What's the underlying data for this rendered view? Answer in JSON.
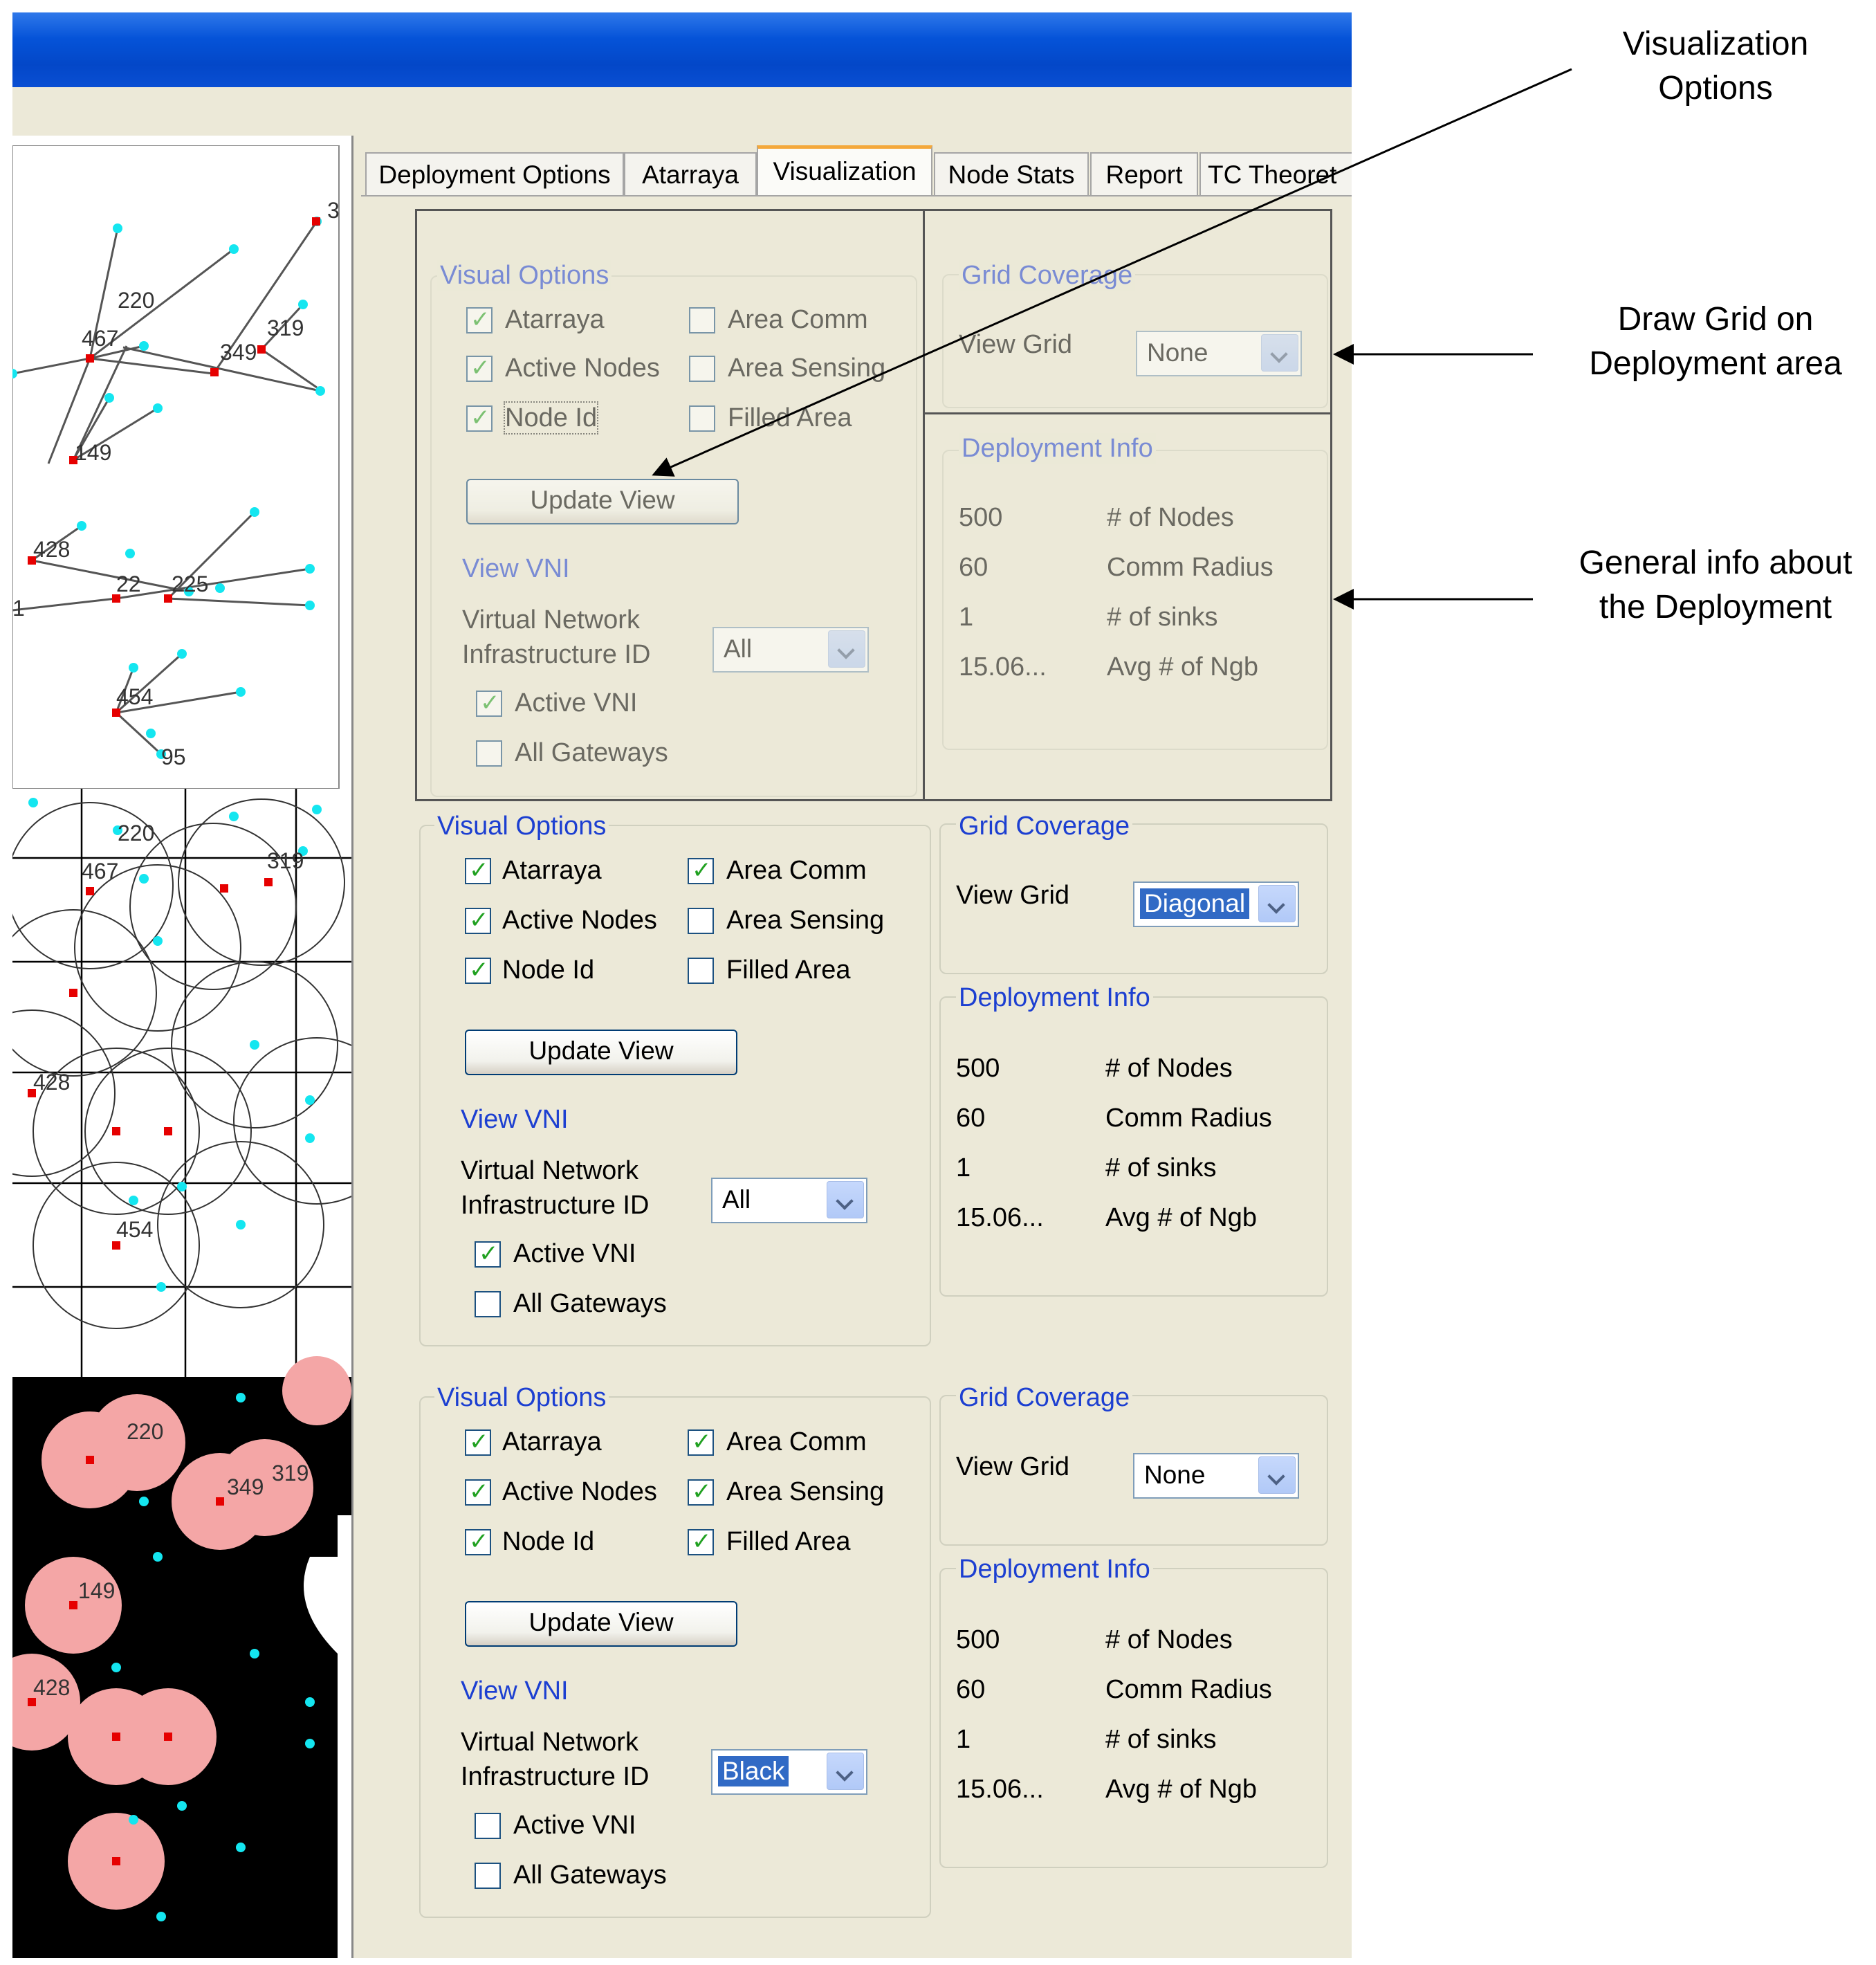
{
  "tabs": [
    "Deployment Options",
    "Atarraya",
    "Visualization",
    "Node Stats",
    "Report",
    "TC Theoret"
  ],
  "active_tab": "Visualization",
  "canvas": {
    "node_labels": {
      "n220": "220",
      "n319": "319",
      "n349": "349",
      "n467": "467",
      "n149": "149",
      "n428": "428",
      "n22": "22",
      "n225": "225",
      "n1": "1",
      "n454": "454",
      "n95": "95",
      "n3": "3"
    }
  },
  "panels": [
    {
      "visual_options": {
        "legend": "Visual Options",
        "atarraya": {
          "label": "Atarraya",
          "checked": true
        },
        "active_nodes": {
          "label": "Active Nodes",
          "checked": true
        },
        "node_id": {
          "label": "Node Id",
          "checked": true
        },
        "area_comm": {
          "label": "Area Comm",
          "checked": false
        },
        "area_sensing": {
          "label": "Area Sensing",
          "checked": false
        },
        "filled_area": {
          "label": "Filled Area",
          "checked": false
        },
        "update_button": "Update View",
        "view_vni": "View VNI",
        "vni_label_1": "Virtual Network",
        "vni_label_2": "Infrastructure ID",
        "vni_value": "All",
        "active_vni": {
          "label": "Active VNI",
          "checked": true
        },
        "all_gateways": {
          "label": "All Gateways",
          "checked": false
        }
      },
      "grid_coverage": {
        "legend": "Grid Coverage",
        "view_grid_label": "View Grid",
        "view_grid_value": "None"
      },
      "deployment_info": {
        "legend": "Deployment Info",
        "rows": [
          {
            "value": "500",
            "label": "# of Nodes"
          },
          {
            "value": "60",
            "label": "Comm Radius"
          },
          {
            "value": "1",
            "label": "# of sinks"
          },
          {
            "value": "15.06...",
            "label": "Avg # of Ngb"
          }
        ]
      }
    },
    {
      "visual_options": {
        "legend": "Visual Options",
        "atarraya": {
          "label": "Atarraya",
          "checked": true
        },
        "active_nodes": {
          "label": "Active Nodes",
          "checked": true
        },
        "node_id": {
          "label": "Node Id",
          "checked": true
        },
        "area_comm": {
          "label": "Area Comm",
          "checked": true
        },
        "area_sensing": {
          "label": "Area Sensing",
          "checked": false
        },
        "filled_area": {
          "label": "Filled Area",
          "checked": false
        },
        "update_button": "Update View",
        "view_vni": "View VNI",
        "vni_label_1": "Virtual Network",
        "vni_label_2": "Infrastructure ID",
        "vni_value": "All",
        "active_vni": {
          "label": "Active VNI",
          "checked": true
        },
        "all_gateways": {
          "label": "All Gateways",
          "checked": false
        }
      },
      "grid_coverage": {
        "legend": "Grid Coverage",
        "view_grid_label": "View Grid",
        "view_grid_value": "Diagonal"
      },
      "deployment_info": {
        "legend": "Deployment Info",
        "rows": [
          {
            "value": "500",
            "label": "# of Nodes"
          },
          {
            "value": "60",
            "label": "Comm Radius"
          },
          {
            "value": "1",
            "label": "# of sinks"
          },
          {
            "value": "15.06...",
            "label": "Avg # of Ngb"
          }
        ]
      }
    },
    {
      "visual_options": {
        "legend": "Visual Options",
        "atarraya": {
          "label": "Atarraya",
          "checked": true
        },
        "active_nodes": {
          "label": "Active Nodes",
          "checked": true
        },
        "node_id": {
          "label": "Node Id",
          "checked": true
        },
        "area_comm": {
          "label": "Area Comm",
          "checked": true
        },
        "area_sensing": {
          "label": "Area Sensing",
          "checked": true
        },
        "filled_area": {
          "label": "Filled Area",
          "checked": true
        },
        "update_button": "Update View",
        "view_vni": "View VNI",
        "vni_label_1": "Virtual Network",
        "vni_label_2": "Infrastructure ID",
        "vni_value": "Black",
        "active_vni": {
          "label": "Active VNI",
          "checked": false
        },
        "all_gateways": {
          "label": "All Gateways",
          "checked": false
        }
      },
      "grid_coverage": {
        "legend": "Grid Coverage",
        "view_grid_label": "View Grid",
        "view_grid_value": "None"
      },
      "deployment_info": {
        "legend": "Deployment Info",
        "rows": [
          {
            "value": "500",
            "label": "# of Nodes"
          },
          {
            "value": "60",
            "label": "Comm Radius"
          },
          {
            "value": "1",
            "label": "# of sinks"
          },
          {
            "value": "15.06...",
            "label": "Avg # of Ngb"
          }
        ]
      }
    }
  ],
  "annotations": {
    "visualization_options_1": "Visualization",
    "visualization_options_2": "Options",
    "draw_grid_1": "Draw Grid on",
    "draw_grid_2": "Deployment area",
    "general_info_1": "General info about",
    "general_info_2": "the Deployment"
  },
  "colors": {
    "titlebar": "#0553d8",
    "panel_bg": "#ece9d8",
    "legend_text": "#1c3fd1",
    "node_cyan": "#14e6f0",
    "node_red": "#e60000",
    "sensing_fill": "#f4a6a6",
    "active_tab_accent": "#f4a83b"
  }
}
